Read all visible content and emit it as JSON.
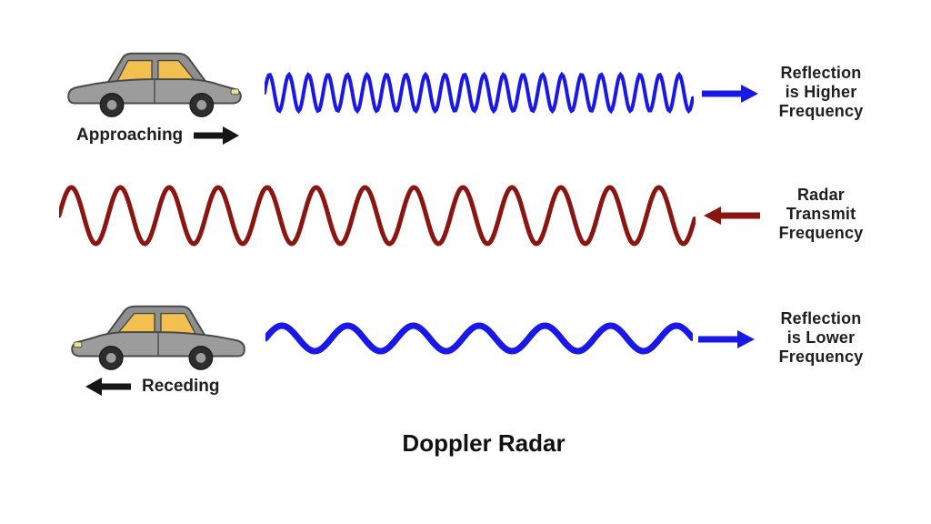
{
  "title": "Doppler Radar",
  "colors": {
    "blue": "#1a18e6",
    "dark_red": "#8a1511",
    "black": "#161616",
    "car_body": "#9c9c9c",
    "car_window": "#f2c04e",
    "text": "#1f1f1f"
  },
  "rows": [
    {
      "car_label": "Approaching",
      "car_arrow_color": "black",
      "car_direction": "right",
      "wave": {
        "color": "blue",
        "cycles": 22,
        "amplitude": 20,
        "stroke_width": 4
      },
      "arrow_color": "blue",
      "arrow_direction": "right",
      "label_lines": [
        "Reflection",
        "is Higher",
        "Frequency"
      ]
    },
    {
      "wave": {
        "color": "dark_red",
        "cycles": 13,
        "amplitude": 31,
        "stroke_width": 5
      },
      "arrow_color": "dark_red",
      "arrow_direction": "left",
      "label_lines": [
        "Radar",
        "Transmit",
        "Frequency"
      ]
    },
    {
      "car_label": "Receding",
      "car_arrow_color": "black",
      "car_direction": "left",
      "wave": {
        "color": "blue",
        "cycles": 6.5,
        "amplitude": 14,
        "stroke_width": 7
      },
      "arrow_color": "blue",
      "arrow_direction": "right",
      "label_lines": [
        "Reflection",
        "is Lower",
        "Frequency"
      ]
    }
  ]
}
